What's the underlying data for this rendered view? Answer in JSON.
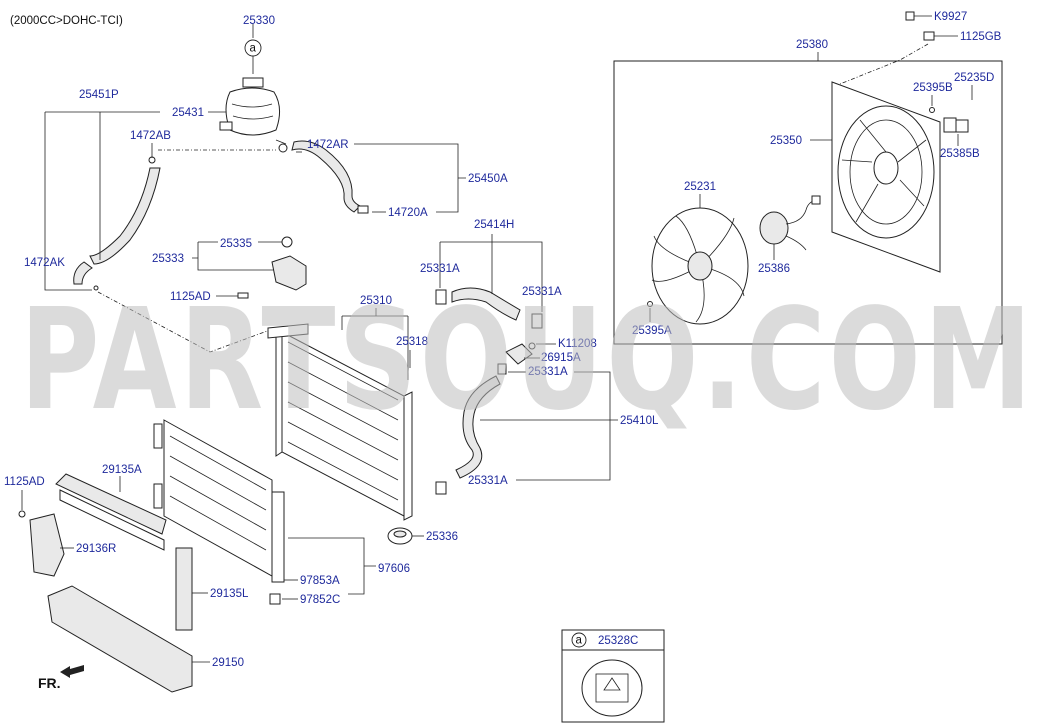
{
  "header": {
    "engine_spec": "(2000CC>DOHC-TCI)"
  },
  "watermark": "PARTSOUQ.COM",
  "direction_marker": {
    "label": "FR."
  },
  "note_box": {
    "circle_letter": "a",
    "part_no": "25328C"
  },
  "callout_a": "a",
  "parts": {
    "p25330": "25330",
    "p25431": "25431",
    "p25451P": "25451P",
    "p1472AB": "1472AB",
    "p1472AR": "1472AR",
    "p25450A": "25450A",
    "p14720A": "14720A",
    "p1472AK": "1472AK",
    "p25335": "25335",
    "p25333": "25333",
    "p1125AD_top": "1125AD",
    "p25414H": "25414H",
    "p25331A_1": "25331A",
    "p25331A_2": "25331A",
    "p25310": "25310",
    "p25318": "25318",
    "pK11208": "K11208",
    "p26915A": "26915A",
    "p25331A_3": "25331A",
    "p25410L": "25410L",
    "p25331A_4": "25331A",
    "p25336": "25336",
    "p97606": "97606",
    "p97853A": "97853A",
    "p97852C": "97852C",
    "p1125AD_left": "1125AD",
    "p29135A": "29135A",
    "p29136R": "29136R",
    "p29135L": "29135L",
    "p29150": "29150",
    "pK9927": "K9927",
    "p1125GB": "1125GB",
    "p25380": "25380",
    "p25235D": "25235D",
    "p25395B": "25395B",
    "p25350": "25350",
    "p25385B": "25385B",
    "p25231": "25231",
    "p25386": "25386",
    "p25395A": "25395A"
  }
}
